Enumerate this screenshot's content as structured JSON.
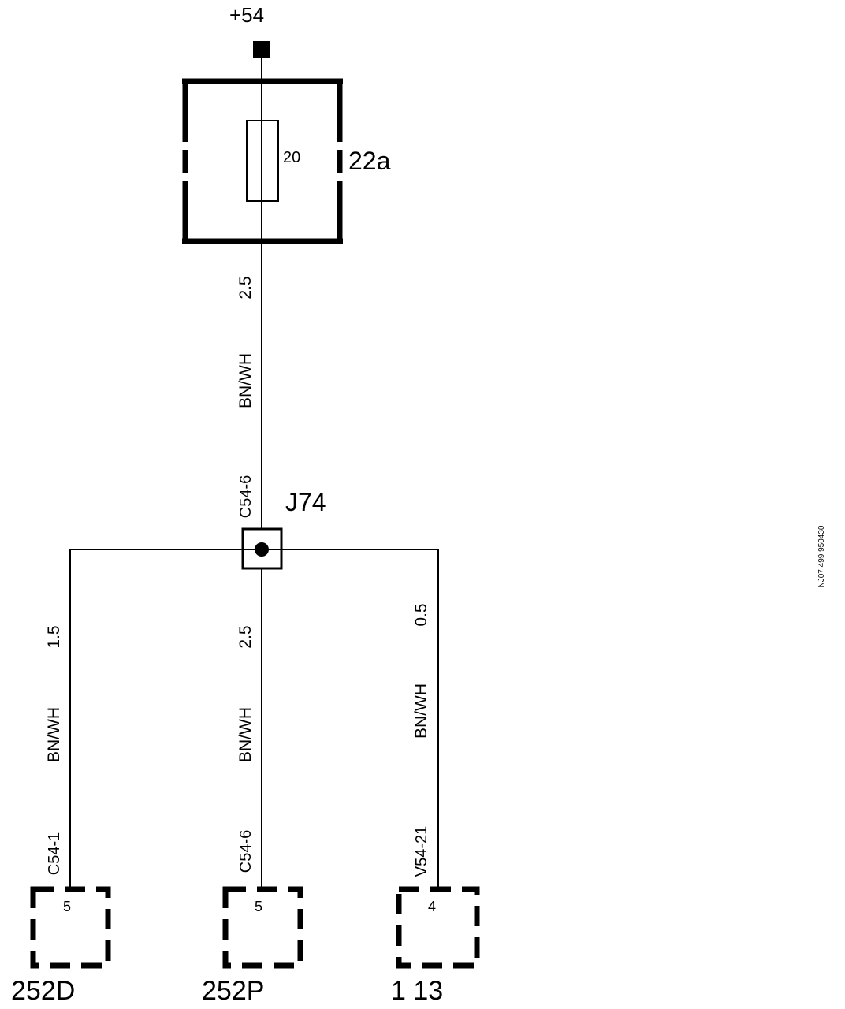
{
  "supply": {
    "label": "+54"
  },
  "fuse": {
    "rating": "20",
    "id": "22a"
  },
  "splice": {
    "id": "J74",
    "connector": "C54-6"
  },
  "upper_wire": {
    "size": "2.5",
    "color": "BN/WH"
  },
  "branches": [
    {
      "size": "1.5",
      "color": "BN/WH",
      "connector": "C54-1",
      "pin": "5",
      "component": "252D"
    },
    {
      "size": "2.5",
      "color": "BN/WH",
      "connector": "C54-6",
      "pin": "5",
      "component": "252P"
    },
    {
      "size": "0.5",
      "color": "BN/WH",
      "connector": "V54-21",
      "pin": "4",
      "component": "1 13"
    }
  ],
  "reference": "NJ07 499 950430"
}
